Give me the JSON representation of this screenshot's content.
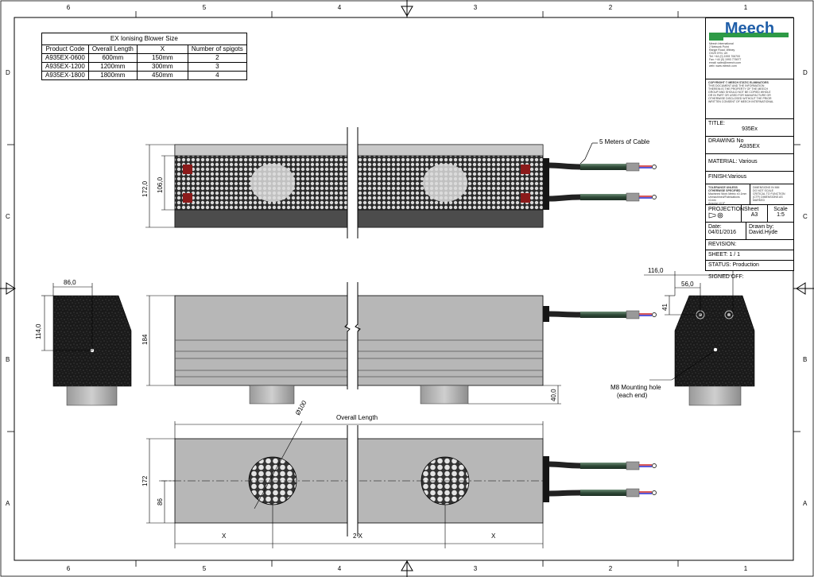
{
  "bom_table": {
    "caption": "EX Ionising Blower Size",
    "headers": [
      "Product Code",
      "Overall Length",
      "X",
      "Number of spigots"
    ],
    "rows": [
      [
        "A935EX-0600",
        "600mm",
        "150mm",
        "2"
      ],
      [
        "A935EX-1200",
        "1200mm",
        "300mm",
        "3"
      ],
      [
        "A935EX-1800",
        "1800mm",
        "450mm",
        "4"
      ]
    ]
  },
  "grid": {
    "columns": [
      "6",
      "5",
      "4",
      "3",
      "2",
      "1"
    ],
    "rows": [
      "D",
      "C",
      "B",
      "A"
    ]
  },
  "title_block": {
    "company": "Meech",
    "address_lines": [
      "Meech International",
      "2 Network Point",
      "Range Road, Witney",
      "OX29 0YN, UK",
      "Tel: +44 (0) 1993 706700",
      "Fax: +44 (0) 1993 776977",
      "email: sales@meech.com",
      "web: www.meech.com"
    ],
    "copyright_lines": [
      "COPYRIGHT © MEECH STATIC ELIMINATORS",
      "THIS DOCUMENT AND THE INFORMATION",
      "THEREIN IS THE PROPERTY OF THE MEECH",
      "GROUP AND SHOULD NOT BE COPIED WHOLE",
      "OR IN PART OR USED FOR MANUFACTURE OR",
      "OTHERWISE DISCLOSED WITHOUT THE PRIOR",
      "WRITTEN CONSENT OF MEECH INTERNATIONAL"
    ],
    "title_label": "TITLE:",
    "title_value": "935Ex",
    "drawing_no_label": "DRAWING No",
    "drawing_no_value": "A935EX",
    "material": "MATERIAL: Various",
    "finish": "FINISH:Various",
    "tolerance_lines": [
      "TOLERANCE UNLESS",
      "OTHERWISE SPECIFIED",
      "Machined Work Metric ±0.1mm",
      "Unmachined/Fabrications ±1mm",
      "Angular ±0.5°"
    ],
    "dimensions_lines": [
      "DIMENSIONS IN MM",
      "DO NOT SCALE",
      "CRITICAL TO FUNCTION",
      "(CTF) DIMENSIONS AS",
      "MARKED"
    ],
    "projection_label": "PROJECTION",
    "sheet_label": "Sheet",
    "sheet_size": "A3",
    "scale_label": "Scale",
    "scale_value": "1:5",
    "date_label": "Date:",
    "date_value": "04/01/2016",
    "drawn_label": "Drawn by:",
    "drawn_value": "David.Hyde",
    "revision": "REVISION:",
    "sheet": "SHEET: 1 / 1",
    "status": "STATUS: Production",
    "signed_off": "SIGNED OFF:"
  },
  "dimensions": {
    "top_height": "172,0",
    "top_inner": "106,0",
    "front_height": "184",
    "spigot_height": "40,0",
    "left_width": "86,0",
    "left_height": "114,0",
    "right_width": "116,0",
    "right_hole_spacing": "56,0",
    "right_hole_height": "41",
    "bottom_height": "172",
    "bottom_center": "86",
    "spigot_diameter": "Ø100",
    "overall_length": "Overall Length",
    "x1": "X",
    "x2": "2 X",
    "x3": "X"
  },
  "annotations": {
    "cable": "5 Meters of Cable",
    "mount_line1": "M8 Mounting hole",
    "mount_line2": "(each end)"
  },
  "colors": {
    "line": "#000000",
    "body_grey": "#b4b4b4",
    "dark_grey": "#4a4a4a",
    "black_end": "#1c1c1c",
    "cable_green": "#3d5a45",
    "meech_blue": "#1f5ea8",
    "meech_green": "#2e9a46",
    "red_pad": "#8b1a1a"
  }
}
